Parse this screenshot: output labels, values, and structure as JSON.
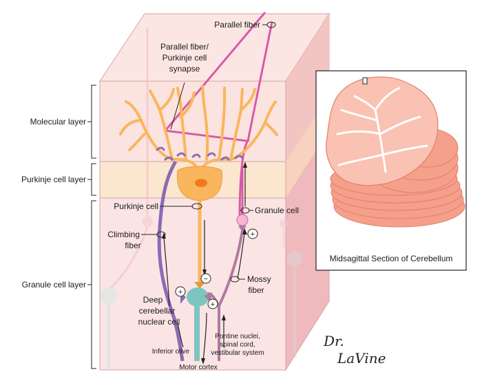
{
  "labels": {
    "parallel_fiber": "Parallel fiber",
    "pf_synapse_1": "Parallel fiber/",
    "pf_synapse_2": "Purkinje cell",
    "pf_synapse_3": "synapse",
    "molecular_layer": "Molecular layer",
    "purkinje_layer": "Purkinje cell layer",
    "granule_layer": "Granule cell layer",
    "purkinje_cell": "Purkinje cell",
    "granule_cell": "Granule cell",
    "climbing_fiber_1": "Climbing",
    "climbing_fiber_2": "fiber",
    "mossy_fiber_1": "Mossy",
    "mossy_fiber_2": "fiber",
    "deep_nuclear_1": "Deep",
    "deep_nuclear_2": "cerebellar",
    "deep_nuclear_3": "nuclear cell",
    "inferior_olive": "Inferior olive",
    "motor_cortex": "Motor cortex",
    "pontine_1": "Pontine nuclei,",
    "pontine_2": "spinal cord,",
    "pontine_3": "vestibular system",
    "inset_caption": "Midsagittal Section of Cerebellum"
  },
  "signs": {
    "excite": "+",
    "inhibit": "−"
  },
  "signature_line1": "Dr.",
  "signature_line2": "LaVine",
  "colors": {
    "molecular": "#fbe3df",
    "purkinje_band": "#fbe6cf",
    "granule": "#fbe4e4",
    "box_edge": "#d9a2a2",
    "purkinje_cell": "#f9b65c",
    "climbing_fiber": "#8c6bb5",
    "mossy_fiber": "#b07aa0",
    "deep_nucleus": "#7cc6bf",
    "parallel_fiber": "#d85aa8",
    "cerebellum": "#f5a08a"
  }
}
